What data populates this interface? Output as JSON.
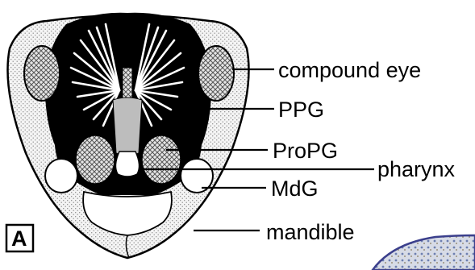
{
  "figure": {
    "panel_letter": "A",
    "labels": {
      "compound_eye": "compound eye",
      "ppg": "PPG",
      "propg": "ProPG",
      "pharynx": "pharynx",
      "mdg": "MdG",
      "mandible": "mandible"
    }
  },
  "colors": {
    "gland_fill": "#000000",
    "gland_ducts": "#ffffff",
    "stipple_fill": "#d9d9d9",
    "crosshatch": "#555555",
    "outline": "#000000",
    "inset_rim": "#3b3f8c"
  }
}
